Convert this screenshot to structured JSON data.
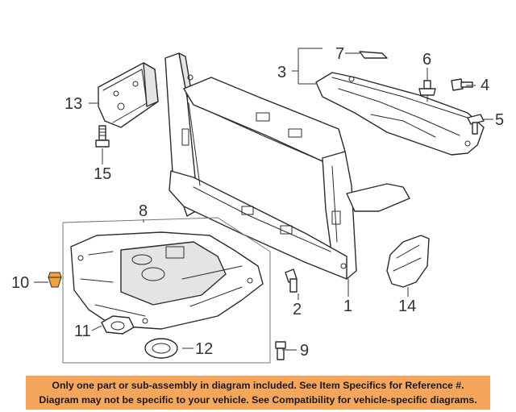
{
  "callouts": {
    "c1": "1",
    "c2": "2",
    "c3": "3",
    "c4": "4",
    "c5": "5",
    "c6": "6",
    "c7": "7",
    "c8": "8",
    "c9": "9",
    "c10": "10",
    "c11": "11",
    "c12": "12",
    "c13": "13",
    "c14": "14",
    "c15": "15"
  },
  "colors": {
    "banner_bg": "#f5a65b",
    "highlight_part": "#f2a13a",
    "line": "#2b2b2b"
  },
  "banner": {
    "line1": "Only one part or sub-assembly in diagram included. See Item Specifics for Reference #.",
    "line2": "Diagram may not be specific to your vehicle. See Compatibility for vehicle-specific diagrams."
  }
}
